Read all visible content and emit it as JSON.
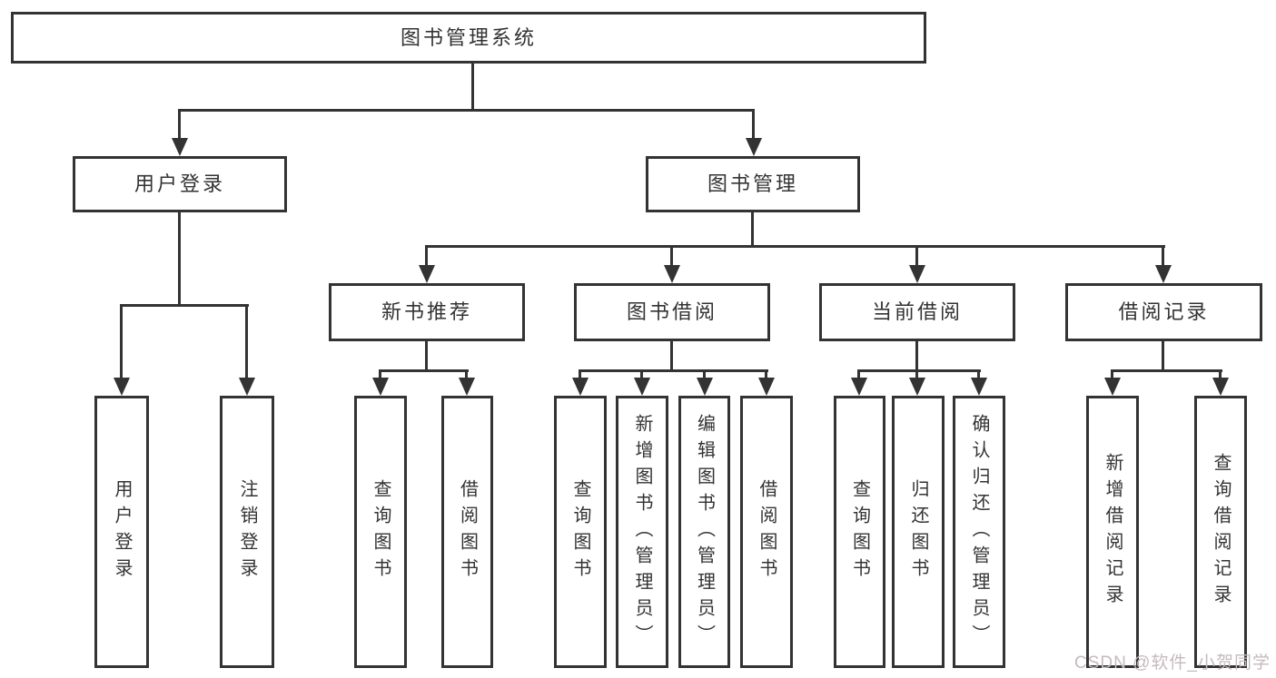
{
  "colors": {
    "background": "#ffffff",
    "line": "#333333",
    "text": "#333333",
    "watermark": "#c5babd"
  },
  "diagram": {
    "root": {
      "label": "图书管理系统"
    },
    "level2": [
      {
        "label": "用户登录"
      },
      {
        "label": "图书管理"
      }
    ],
    "login_children": [
      {
        "label": "用户登录"
      },
      {
        "label": "注销登录"
      }
    ],
    "groups": [
      {
        "label": "新书推荐",
        "children": [
          {
            "label": "查询图书"
          },
          {
            "label": "借阅图书"
          }
        ]
      },
      {
        "label": "图书借阅",
        "children": [
          {
            "label": "查询图书"
          },
          {
            "label": "新增图书（管理员）"
          },
          {
            "label": "编辑图书（管理员）"
          },
          {
            "label": "借阅图书"
          }
        ]
      },
      {
        "label": "当前借阅",
        "children": [
          {
            "label": "查询图书"
          },
          {
            "label": "归还图书"
          },
          {
            "label": "确认归还（管理员）"
          }
        ]
      },
      {
        "label": "借阅记录",
        "children": [
          {
            "label": "新增借阅记录"
          },
          {
            "label": "查询借阅记录"
          }
        ]
      }
    ]
  },
  "watermark": {
    "text": "CSDN @软件_小贺同学"
  }
}
